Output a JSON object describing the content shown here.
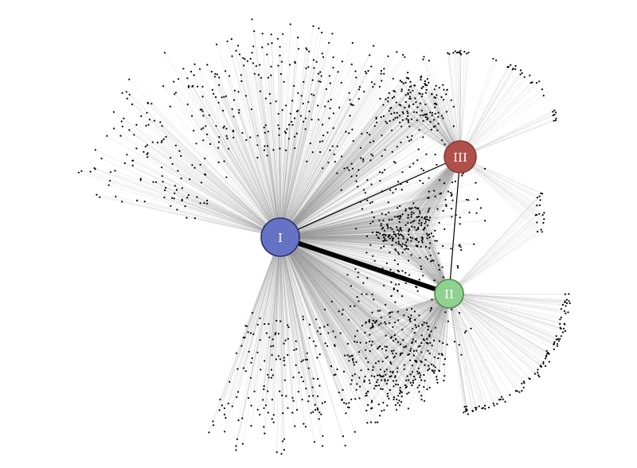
{
  "hubs": [
    {
      "id": "I",
      "label": "I",
      "fill": "#6673c4",
      "stroke": "#2a2f6e",
      "text_color": "#ffffff",
      "clusters": 1
    },
    {
      "id": "II",
      "label": "II",
      "fill": "#8fd18f",
      "stroke": "#4e8a4e",
      "text_color": "#ffffff",
      "clusters": 1
    },
    {
      "id": "III",
      "label": "III",
      "fill": "#b0504a",
      "stroke": "#8a3a35",
      "text_color": "#ffffff",
      "clusters": 1
    }
  ],
  "hub_links": [
    {
      "from": "I",
      "to": "II",
      "weight": "heavy"
    },
    {
      "from": "I",
      "to": "III",
      "weight": "light"
    },
    {
      "from": "III",
      "to": "II",
      "weight": "light"
    }
  ],
  "colors": {
    "background": "#ffffff",
    "leaf_node": "#000000",
    "leaf_edge": "#9a9a9a",
    "hub_link": "#000000"
  }
}
